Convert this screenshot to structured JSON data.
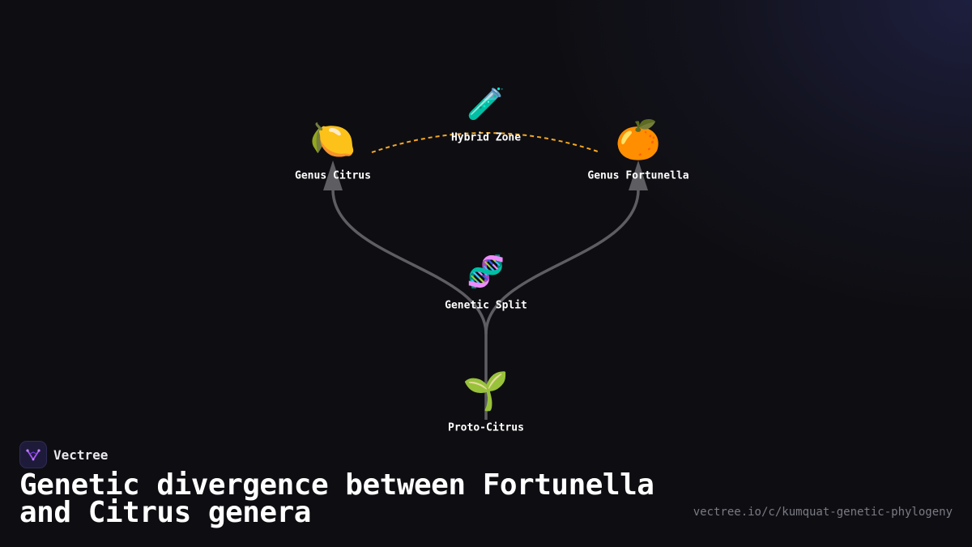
{
  "diagram": {
    "nodes": {
      "proto_citrus": {
        "icon": "seedling-icon",
        "emoji": "🌱",
        "label": "Proto-Citrus"
      },
      "genetic_split": {
        "icon": "dna-icon",
        "emoji": "🧬",
        "label": "Genetic Split"
      },
      "genus_citrus": {
        "icon": "lemon-icon",
        "emoji": "🍋",
        "label": "Genus Citrus"
      },
      "genus_fortunella": {
        "icon": "orange-icon",
        "emoji": "🍊",
        "label": "Genus Fortunella"
      },
      "hybrid_zone": {
        "icon": "test-tube-icon",
        "emoji": "🧪",
        "label": "Hybrid Zone"
      }
    },
    "edges": [
      {
        "from": "Proto-Citrus",
        "to": "Genus Citrus",
        "style": "solid-arrow"
      },
      {
        "from": "Proto-Citrus",
        "to": "Genus Fortunella",
        "style": "solid-arrow"
      },
      {
        "from": "Genus Citrus",
        "to": "Genus Fortunella",
        "style": "dashed",
        "via": "Hybrid Zone"
      }
    ],
    "colors": {
      "edge": "#5e5e62",
      "hybrid_edge": "#f5a623",
      "background": "#0e0e12"
    }
  },
  "brand": {
    "name": "Vectree",
    "logo_icon": "vectree-logo-icon"
  },
  "footer": {
    "title": "Genetic divergence between Fortunella and Citrus genera",
    "url": "vectree.io/c/kumquat-genetic-phylogeny"
  }
}
